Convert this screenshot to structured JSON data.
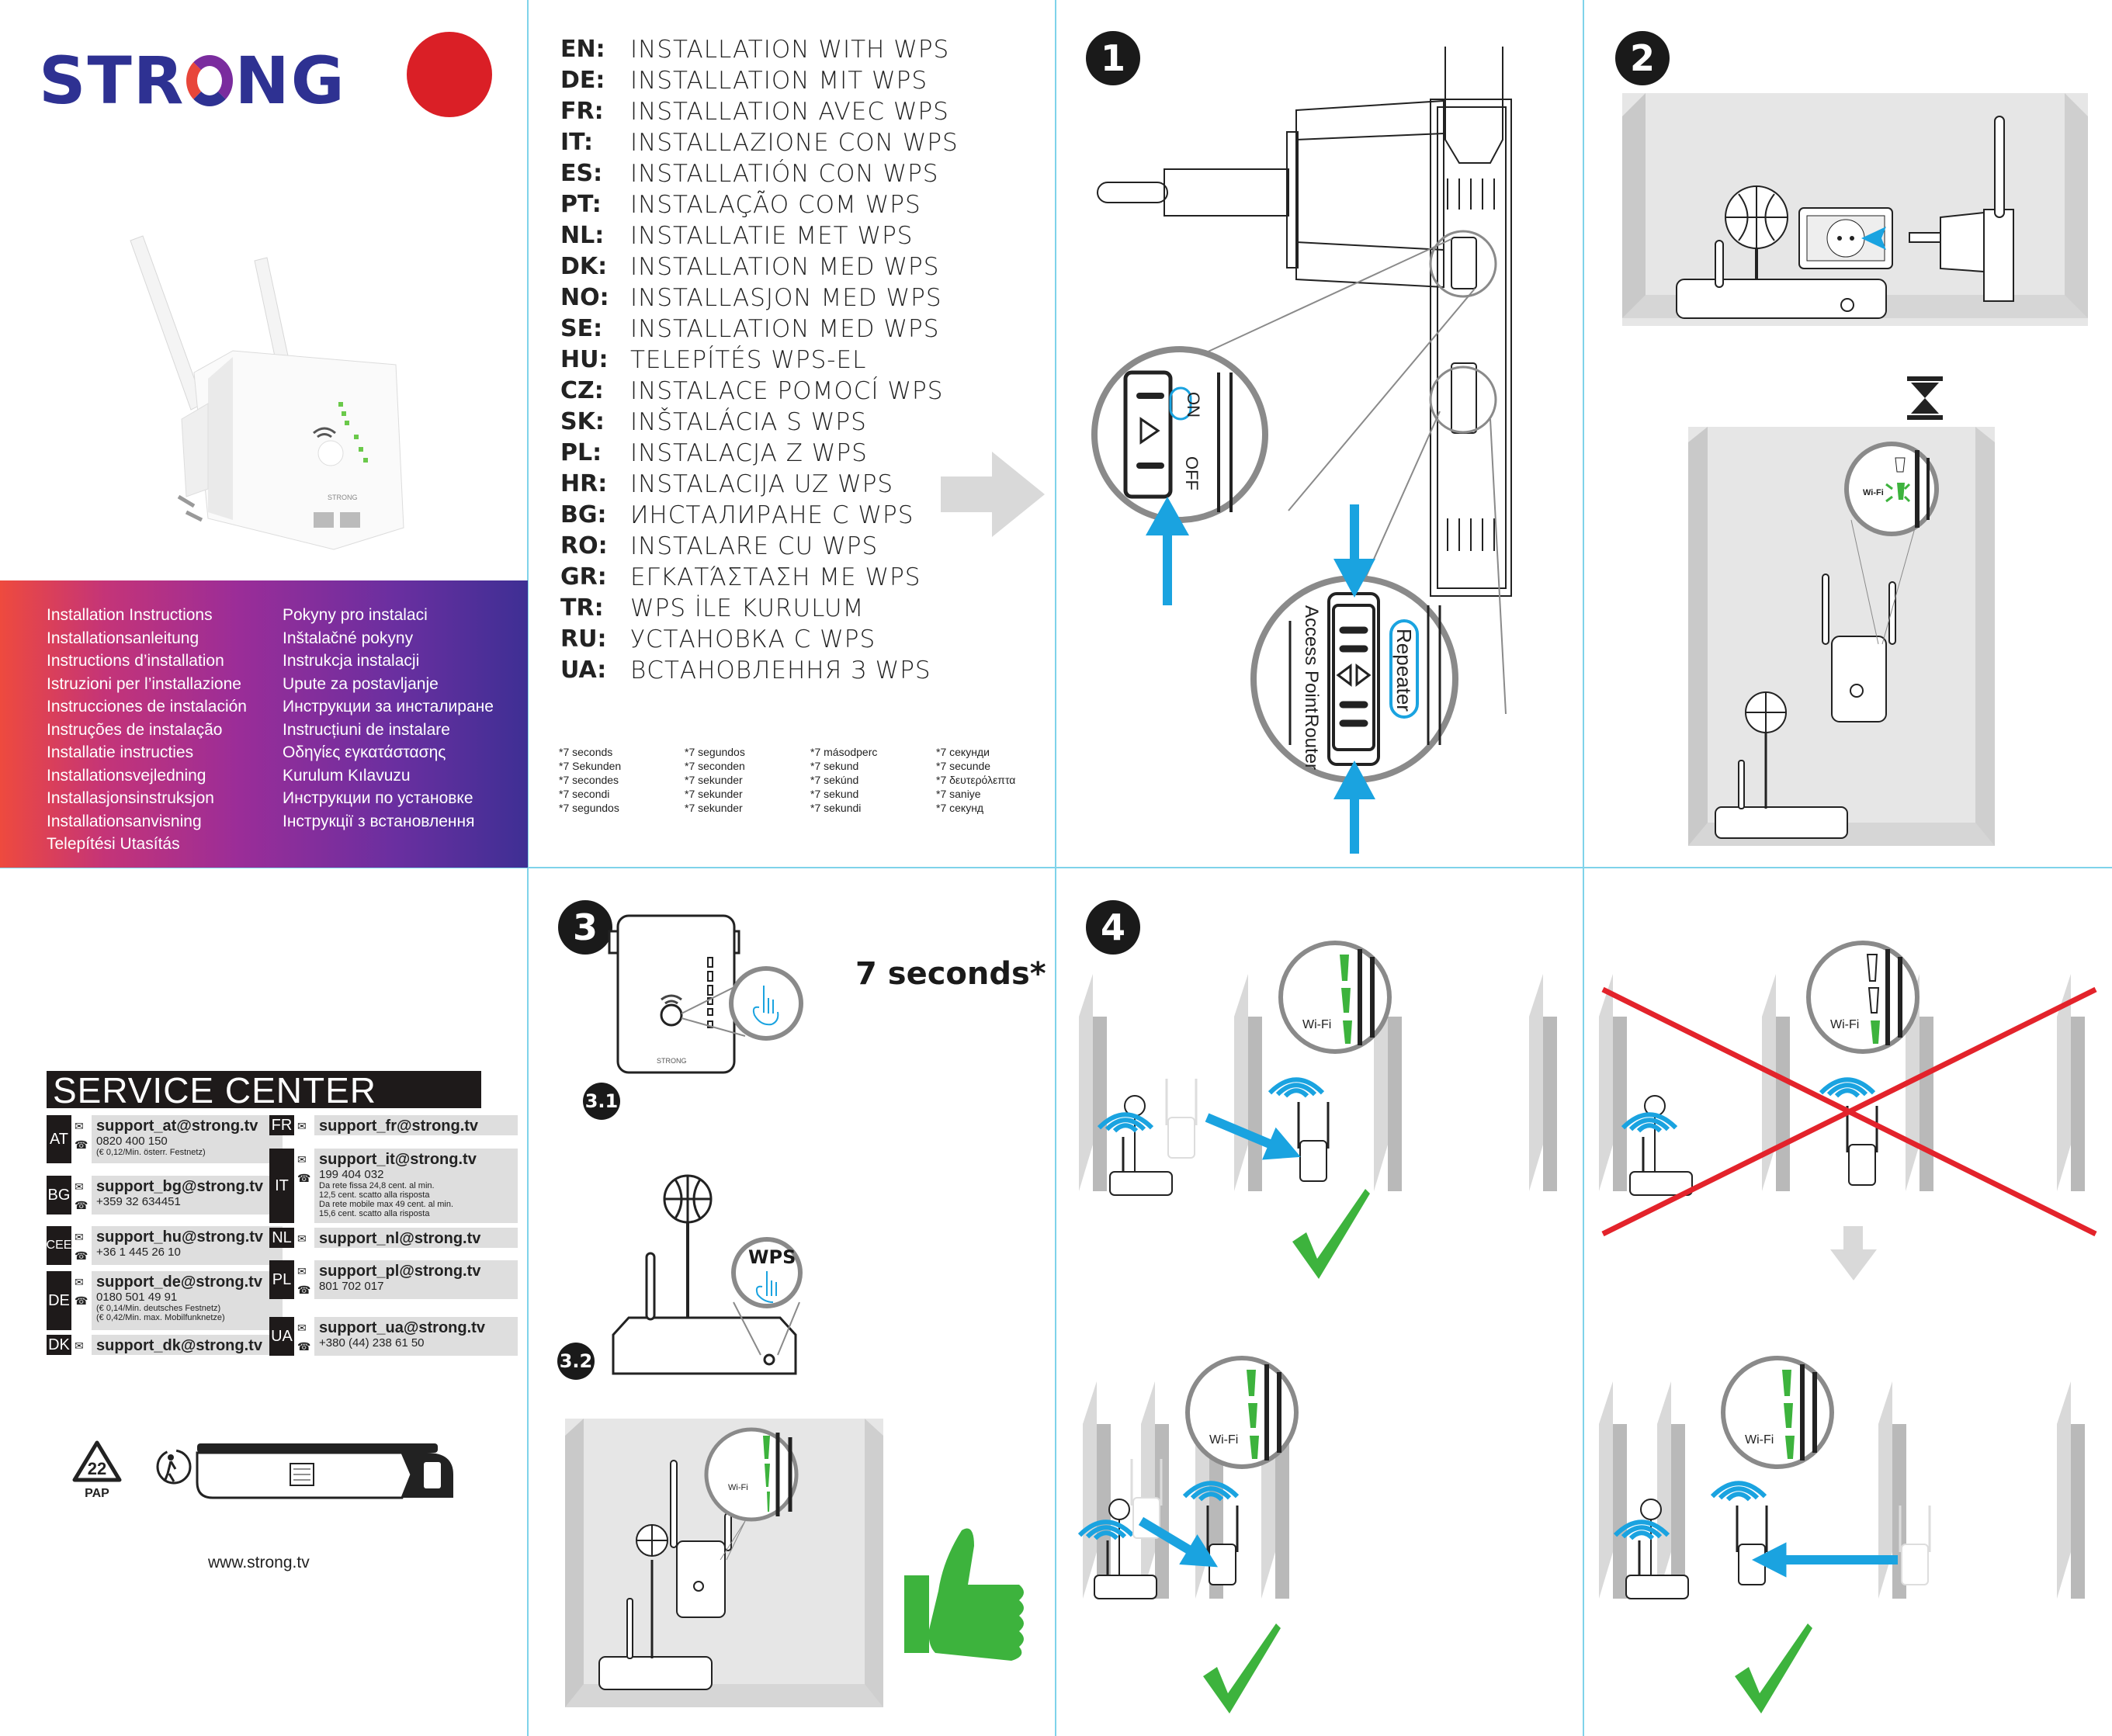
{
  "brand": {
    "logo_text": "STRONG",
    "accent_color": "#2e3192",
    "dot_color": "#da1f26"
  },
  "cover": {
    "product_label": "STRONG",
    "instructions_left": [
      "Installation Instructions",
      "Installationsanleitung",
      "Instructions d’installation",
      "Istruzioni per l’installazione",
      "Instrucciones de instalación",
      "Instruções de instalação",
      "Installatie instructies",
      "Installationsvejledning",
      "Installasjonsinstruksjon",
      "Installationsanvisning",
      "Telepítési Utasítás"
    ],
    "instructions_right": [
      "Pokyny pro instalaci",
      "Inštalačné pokyny",
      "Instrukcja instalacji",
      "Upute za postavljanje",
      "Инструкции за инсталиране",
      "Instrucțiuni de instalare",
      "Οδηγίες εγκατάστασης",
      "Kurulum Kılavuzu",
      "Инструкции по установке",
      "Інструкції з встановлення"
    ],
    "gradient_colors": [
      "#ee4a3e",
      "#9b2d98",
      "#3e2f94"
    ]
  },
  "titles": [
    {
      "code": "EN:",
      "text": "INSTALLATION WITH WPS"
    },
    {
      "code": "DE:",
      "text": "INSTALLATION MIT WPS"
    },
    {
      "code": "FR:",
      "text": "INSTALLATION AVEC WPS"
    },
    {
      "code": "IT:",
      "text": "INSTALLAZIONE CON WPS"
    },
    {
      "code": "ES:",
      "text": "INSTALLATIÓN CON WPS"
    },
    {
      "code": "PT:",
      "text": "INSTALAÇÃO COM WPS"
    },
    {
      "code": "NL:",
      "text": "INSTALLATIE MET WPS"
    },
    {
      "code": "DK:",
      "text": "INSTALLATION MED WPS"
    },
    {
      "code": "NO:",
      "text": "INSTALLASJON MED WPS"
    },
    {
      "code": "SE:",
      "text": "INSTALLATION MED WPS"
    },
    {
      "code": "HU:",
      "text": "TELEPÍTÉS WPS-EL"
    },
    {
      "code": "CZ:",
      "text": "INSTALACE POMOCÍ WPS"
    },
    {
      "code": "SK:",
      "text": "INŠTALÁCIA S WPS"
    },
    {
      "code": "PL:",
      "text": "INSTALACJA Z WPS"
    },
    {
      "code": "HR:",
      "text": "INSTALACIJA UZ WPS"
    },
    {
      "code": "BG:",
      "text": "ИНСТАЛИРАНЕ С WPS"
    },
    {
      "code": "RO:",
      "text": "INSTALARE CU WPS"
    },
    {
      "code": "GR:",
      "text": "ΕΓΚΑΤΆΣΤΑΣΗ ΜΕ WPS"
    },
    {
      "code": "TR:",
      "text": "WPS İLE KURULUM"
    },
    {
      "code": "RU:",
      "text": "УСТАНОВКА С WPS"
    },
    {
      "code": "UA:",
      "text": "ВСТАНОВЛЕННЯ З WPS"
    }
  ],
  "seconds_footnote": [
    [
      "*7 seconds",
      "*7 Sekunden",
      "*7 secondes",
      "*7 secondi",
      "*7 segundos"
    ],
    [
      "*7 segundos",
      "*7 seconden",
      "*7 sekunder",
      "*7 sekunder",
      "*7 sekunder"
    ],
    [
      "*7 másodperc",
      "*7 sekund",
      "*7 sekúnd",
      "*7 sekund",
      "*7 sekundi"
    ],
    [
      "*7 секунди",
      "*7 secunde",
      "*7 δευτερόλεπτα",
      "*7 saniye",
      "*7 секунд"
    ]
  ],
  "steps": {
    "step1": {
      "number": "1",
      "switch_on": "ON",
      "switch_off": "OFF",
      "mode_repeater": "Repeater",
      "mode_access_point": "Access Point",
      "mode_router": "Router"
    },
    "step2": {
      "number": "2",
      "led_label": "Wi-Fi"
    },
    "step3": {
      "number": "3",
      "sub1": "3.1",
      "sub2": "3.2",
      "hold_time": "7 seconds*",
      "router_button": "WPS",
      "led_label": "Wi-Fi",
      "device_label": "STRONG"
    },
    "step4": {
      "number": "4",
      "led_label": "Wi-Fi"
    }
  },
  "colors": {
    "arrow_blue": "#1aa3e0",
    "ok_green": "#3db33d",
    "cross_red": "#e3232b",
    "wall_gray": "#c4c4c4",
    "room_gray": "#e6e6e6",
    "grid_line": "#7fd3ea"
  },
  "service_center": {
    "title": "SERVICE CENTER",
    "left": [
      {
        "code": "AT",
        "email": "support_at@strong.tv",
        "phone": "0820 400 150",
        "notes": [
          "(€ 0,12/Min. österr. Festnetz)"
        ]
      },
      {
        "code": "BG",
        "email": "support_bg@strong.tv",
        "phone": "+359 32 634451",
        "notes": []
      },
      {
        "code": "CEE",
        "email": "support_hu@strong.tv",
        "phone": "+36 1 445 26 10",
        "notes": []
      },
      {
        "code": "DE",
        "email": "support_de@strong.tv",
        "phone": "0180 501 49 91",
        "notes": [
          "(€ 0,14/Min. deutsches Festnetz)",
          "(€ 0,42/Min. max. Mobilfunknetze)"
        ]
      },
      {
        "code": "DK",
        "email": "support_dk@strong.tv",
        "phone": "",
        "notes": []
      }
    ],
    "right": [
      {
        "code": "FR",
        "email": "support_fr@strong.tv",
        "phone": "",
        "notes": []
      },
      {
        "code": "IT",
        "email": "support_it@strong.tv",
        "phone": "199 404 032",
        "notes": [
          "Da rete fissa 24,8 cent. al min.",
          "12,5 cent. scatto alla risposta",
          "Da rete mobile max 49 cent. al min.",
          "15,6 cent. scatto alla risposta"
        ]
      },
      {
        "code": "NL",
        "email": "support_nl@strong.tv",
        "phone": "",
        "notes": []
      },
      {
        "code": "PL",
        "email": "support_pl@strong.tv",
        "phone": "801 702 017",
        "notes": []
      },
      {
        "code": "UA",
        "email": "support_ua@strong.tv",
        "phone": "+380 (44) 238 61 50",
        "notes": []
      }
    ]
  },
  "recycling": {
    "code": "22",
    "material": "PAP"
  },
  "website": "www.strong.tv"
}
